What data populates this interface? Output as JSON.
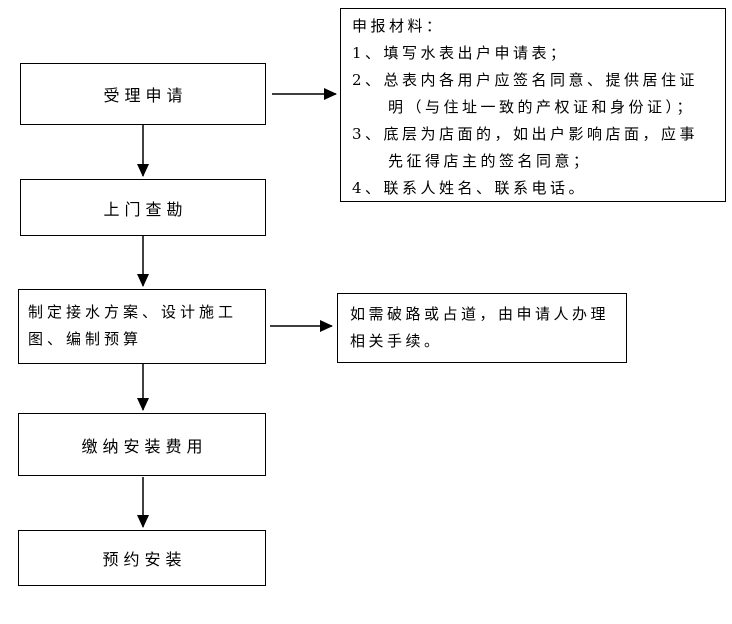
{
  "page": {
    "background_color": "#ffffff",
    "line_color": "#000000"
  },
  "flowchart": {
    "steps": [
      {
        "label": "受理申请"
      },
      {
        "label": "上门查勘"
      },
      {
        "label": "制定接水方案、设计施工图、编制预算",
        "line1": "制定接水方案、设计施工",
        "line2": "图、编制预算"
      },
      {
        "label": "缴纳安装费用"
      },
      {
        "label": "预约安装"
      }
    ],
    "notes": [
      {
        "title": "申报材料：",
        "full_text": "申报材料：1、填写水表出户申请表；2、总表内各用户应签名同意、提供居住证明（与住址一致的产权证和身份证）；3、底层为店面的，如出户影响店面，应事先征得店主的签名同意；4、联系人姓名、联系电话。",
        "lines": [
          "1、填写水表出户申请表；",
          "2、总表内各用户应签名同意、提供居住证",
          "明（与住址一致的产权证和身份证）；",
          "3、底层为店面的，如出户影响店面，应事",
          "先征得店主的签名同意；",
          "4、联系人姓名、联系电话。"
        ]
      },
      {
        "full_text": "如需破路或占道，由申请人办理相关手续。",
        "lines": [
          "如需破路或占道，由申请人办理",
          "相关手续。"
        ]
      }
    ]
  }
}
